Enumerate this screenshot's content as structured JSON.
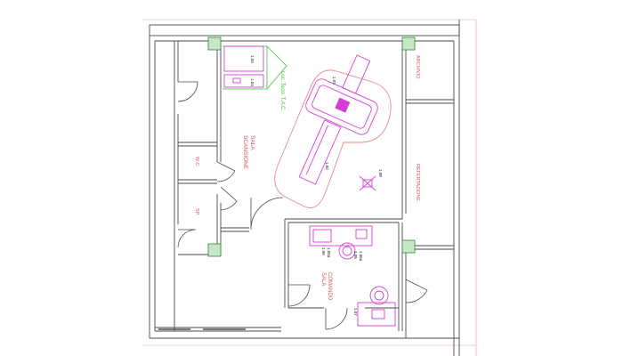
{
  "drawing": {
    "colors": {
      "background": "#ffffff",
      "walls": "#4a4a4a",
      "grid_line": "#e88a8a",
      "room_label": "#d9535f",
      "equipment": "#d63fd6",
      "green_elements": "#3fbf3f",
      "column_fill": "#c8e6c8",
      "tag_text": "#111111"
    },
    "rooms": {
      "sala_scansione": "SALA\nSCANSIONE",
      "archivio": "ARCHIVIO",
      "refertazione": "REFERTAZIONE",
      "wc": "W.C.",
      "sp": "SP.",
      "sala_comando": "SALA\nCOMANDO",
      "loc_tecn": "Loc. Tecn. T.A.C."
    },
    "equipment_tags": {
      "e101": "1.01",
      "e102": "1.02",
      "e103": "1.03",
      "e104": "1.04",
      "e105": "1.05",
      "e105a": "1.05a",
      "e106": "1.06",
      "e106a": "1.06a",
      "e107": "1.07",
      "e108": "1.08"
    }
  }
}
